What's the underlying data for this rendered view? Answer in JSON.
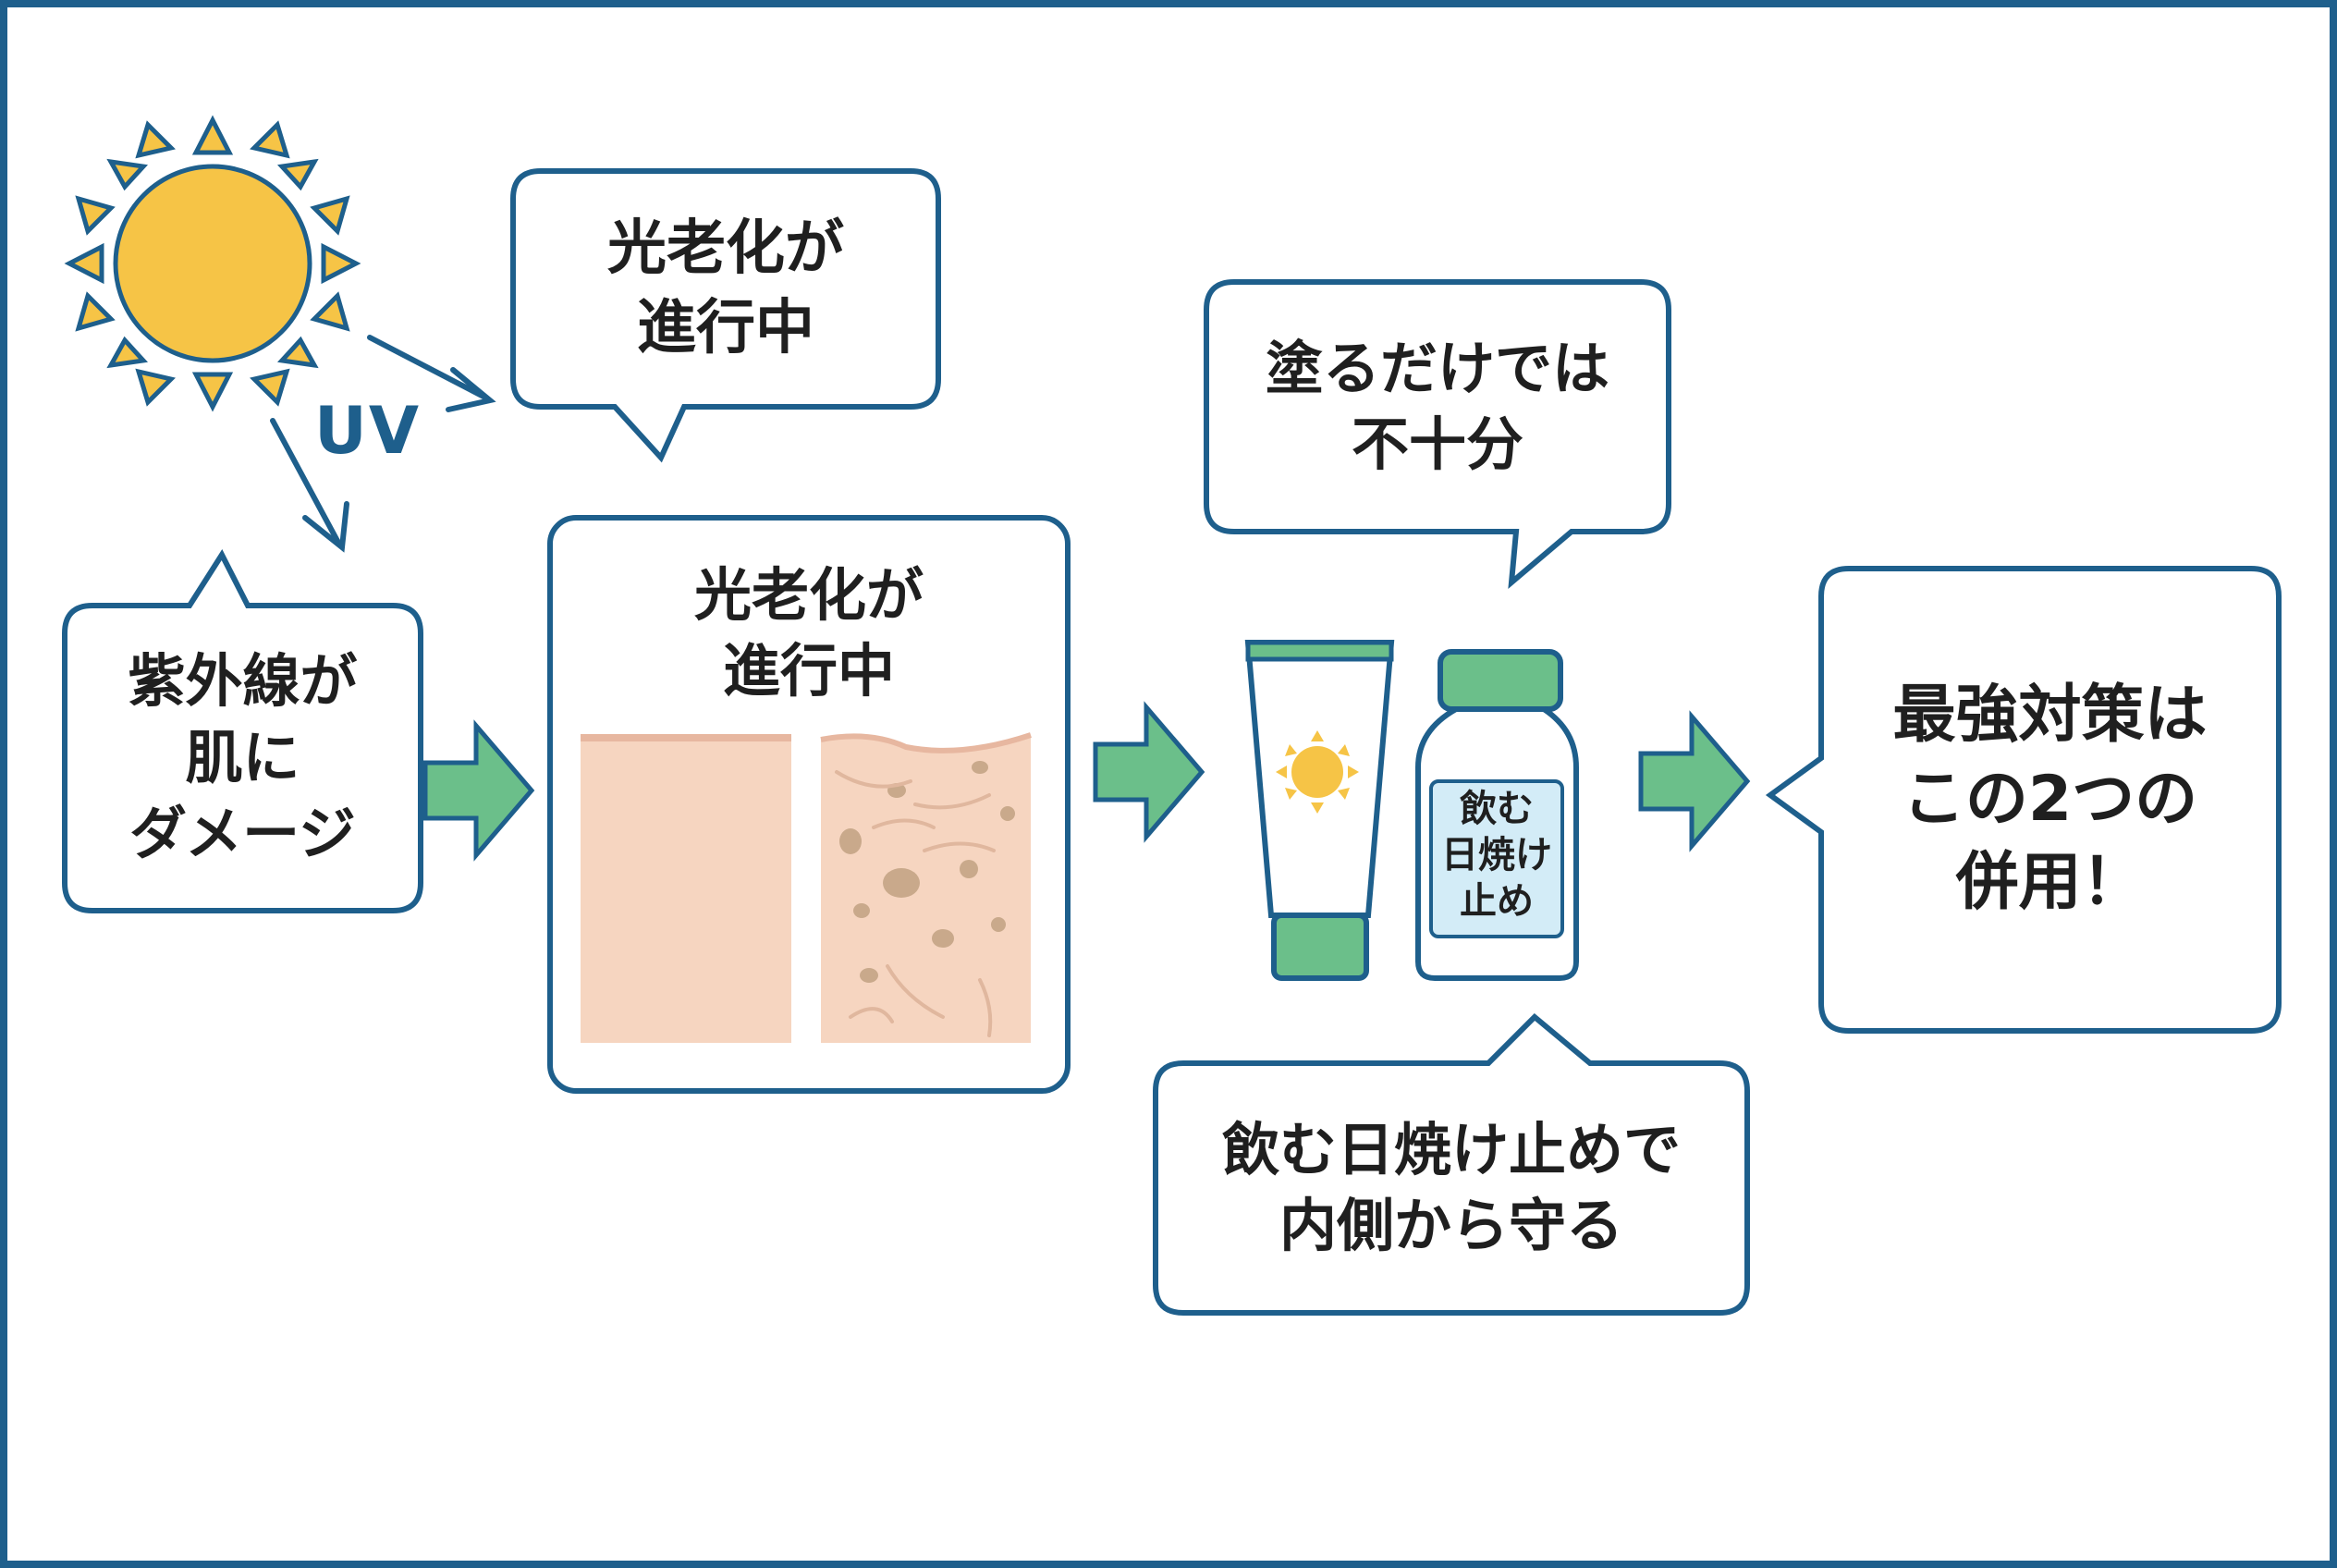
{
  "diagram": {
    "uv_label": "UV",
    "callout_photoaging": "光老化が\n進行中",
    "callout_uv_damage": "紫外線が\n肌に\nダメージ",
    "panel_skin_title": "光老化が\n進行中",
    "callout_not_enough": "塗るだけでは\n不十分",
    "bottle_label": "飲む\n日焼け\n止め",
    "callout_inside": "飲む日焼け止めで\n内側から守る",
    "callout_best": "最強対策は\nこの2つの\n併用！"
  },
  "colors": {
    "frame": "#1e5f8c",
    "sun": "#f6c446",
    "arrow_green": "#6bbf8a",
    "skin": "#f6d5c0",
    "skin_line": "#e7b7a0",
    "spot": "#c9a98b",
    "tube": "#6bbf8a",
    "label_blue": "#d3ecf7"
  }
}
